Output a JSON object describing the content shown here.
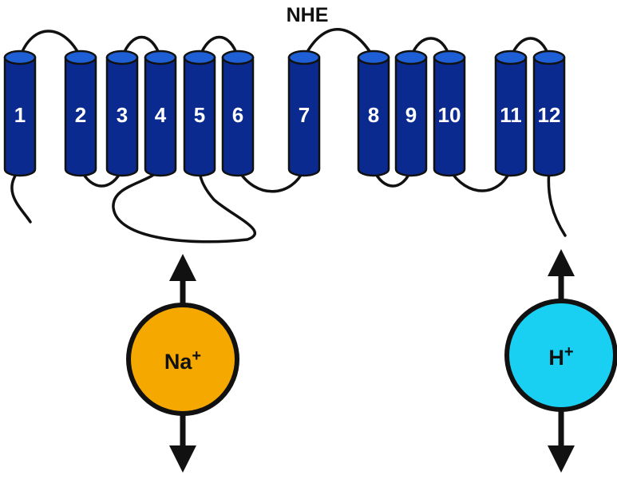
{
  "title": "NHE",
  "colors": {
    "helix_body": "#0a2a8f",
    "helix_cap": "#1f5fd6",
    "helix_outline": "#111111",
    "line": "#111111",
    "sodium_fill": "#f5a800",
    "proton_fill": "#19d0f2",
    "arrow": "#111111"
  },
  "helices": [
    {
      "label": "1"
    },
    {
      "label": "2"
    },
    {
      "label": "3"
    },
    {
      "label": "4"
    },
    {
      "label": "5"
    },
    {
      "label": "6"
    },
    {
      "label": "7"
    },
    {
      "label": "8"
    },
    {
      "label": "9"
    },
    {
      "label": "10"
    },
    {
      "label": "11"
    },
    {
      "label": "12"
    }
  ],
  "ions": {
    "sodium": {
      "label": "Na",
      "charge": "+"
    },
    "proton": {
      "label": "H",
      "charge": "+"
    }
  },
  "arrow_style": "double-headed"
}
